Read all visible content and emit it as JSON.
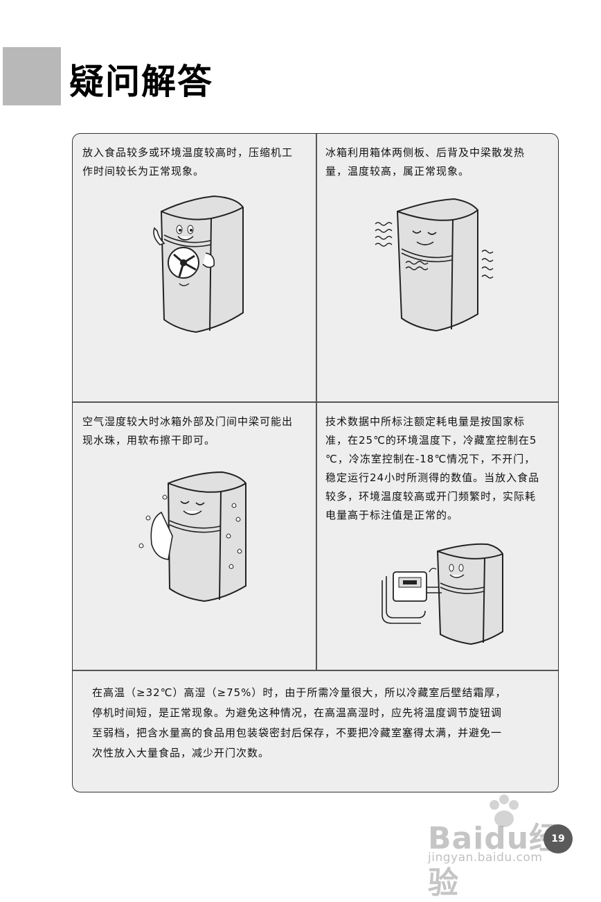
{
  "page": {
    "title": "疑问解答",
    "page_number": "19"
  },
  "qa": {
    "cells": [
      {
        "text_lines": [
          "放入食品较多或环境温度较高时，压缩机工",
          "作时间较长为正常现象。"
        ]
      },
      {
        "text_lines": [
          "冰箱利用箱体两侧板、后背及中梁散发热",
          "量，温度较高，属正常现象。"
        ]
      },
      {
        "text_lines": [
          "空气湿度较大时冰箱外部及门间中梁可能出",
          "现水珠，用软布擦干即可。"
        ]
      },
      {
        "text_lines": [
          "技术数据中所标注额定耗电量是按国家标",
          "准，在25℃的环境温度下，冷藏室控制在5",
          "℃，冷冻室控制在-18℃情况下，不开门，",
          "稳定运行24小时所测得的数值。当放入食品",
          "较多，环境温度较高或开门频繁时，实际耗",
          "电量高于标注值是正常的。"
        ]
      }
    ],
    "bottom_text_lines": [
      "在高温（≥32℃）高湿（≥75%）时，由于所需冷量很大，所以冷藏室后壁结霜厚，",
      "停机时间短，是正常现象。为避免这种情况，在高温高湿时，应先将温度调节旋钮调",
      "至弱档，把含水量高的食品用包装袋密封后保存，不要把冷藏室塞得太满，并避免一",
      "次性放入大量食品，减少开门次数。"
    ]
  },
  "watermark": {
    "logo": "Baidu经验",
    "url": "jingyan.baidu.com"
  },
  "colors": {
    "panel_bg": "#eeeeee",
    "header_block": "#b8b8b8",
    "badge": "#5a5a5a"
  }
}
